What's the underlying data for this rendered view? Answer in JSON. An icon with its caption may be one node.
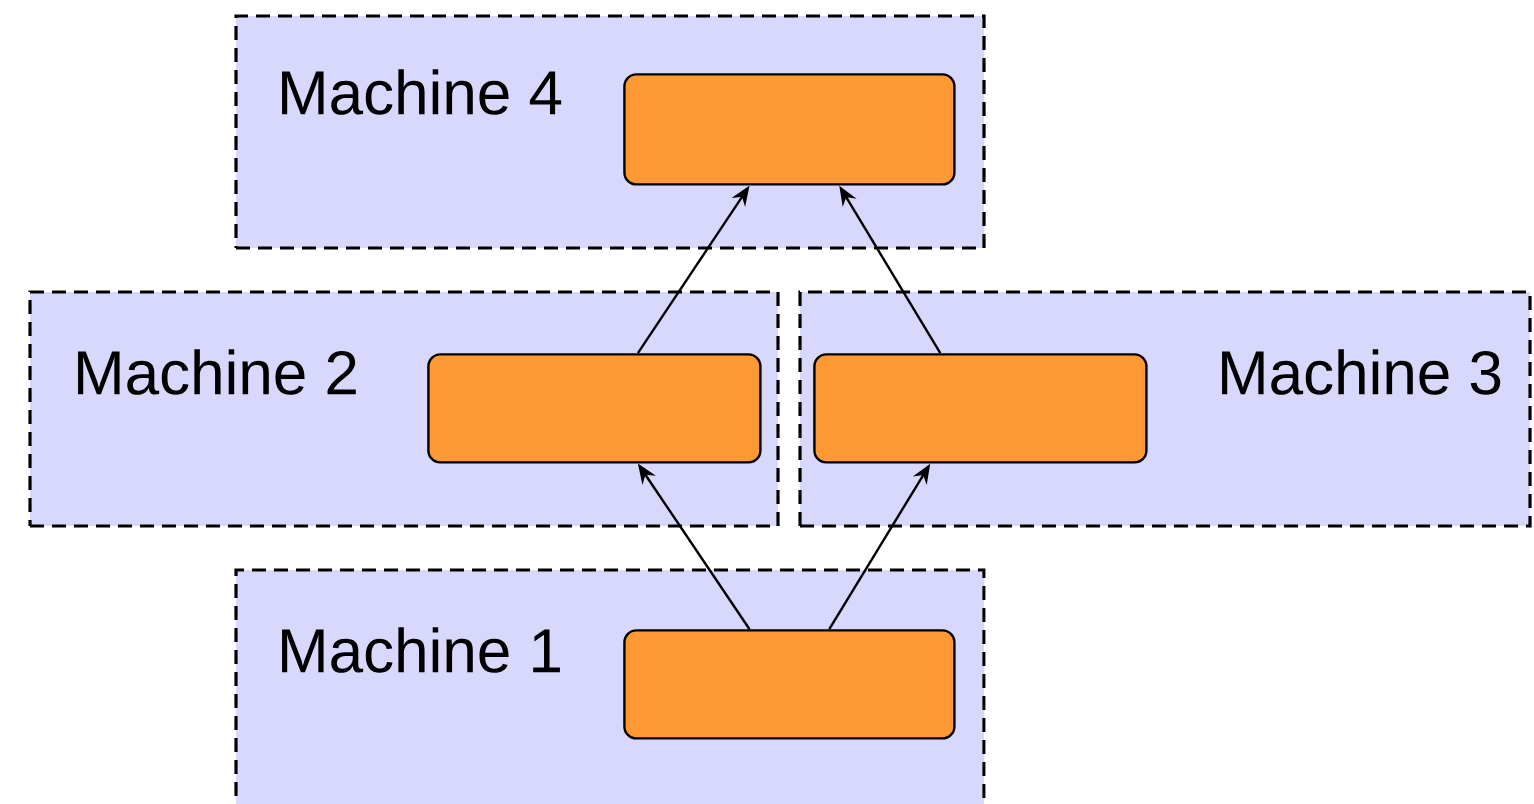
{
  "diagram": {
    "nodes": [
      {
        "text": [
          "Machine 4"
        ]
      },
      {
        "text": [],
        "shape": "box",
        "in": 0
      },
      {
        "text": [
          "Machine 2"
        ]
      },
      {
        "text": [],
        "shape": "box",
        "in": 2
      },
      {
        "text": [
          "Machine 3"
        ]
      },
      {
        "text": [],
        "shape": "box",
        "in": 4
      },
      {
        "text": [
          "Machine 1"
        ]
      },
      {
        "text": [],
        "shape": "box",
        "in": 6
      }
    ],
    "edges": [
      {
        "from": 3,
        "to": 1,
        "arrow": "to"
      },
      {
        "from": 5,
        "to": 1,
        "arrow": "to"
      },
      {
        "from": 7,
        "to": 3,
        "arrow": "to"
      },
      {
        "from": 7,
        "to": 5,
        "arrow": "to"
      }
    ]
  }
}
